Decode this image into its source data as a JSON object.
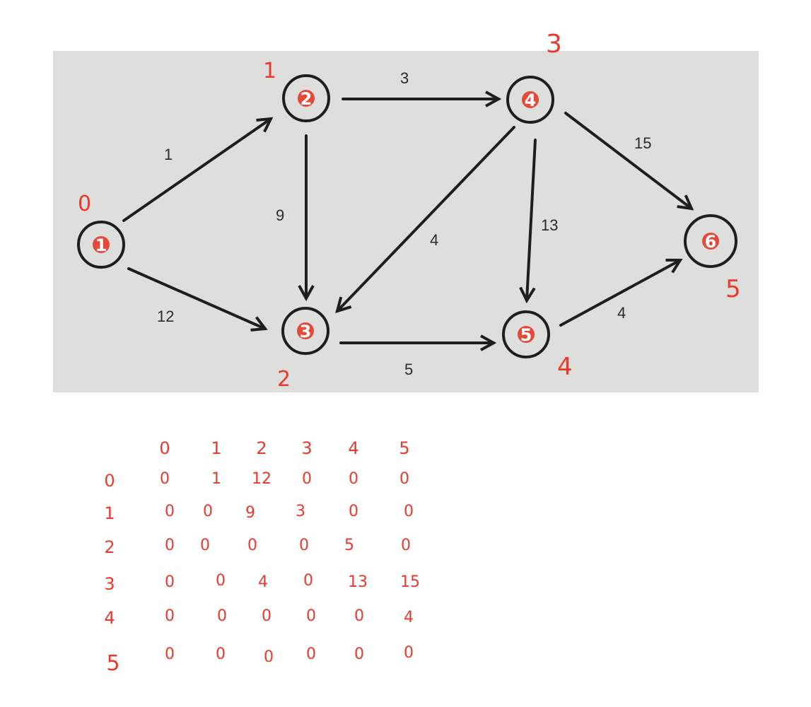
{
  "graph": {
    "nodes": [
      {
        "id": "n0",
        "original_label": "1",
        "annotation": "0"
      },
      {
        "id": "n1",
        "original_label": "2",
        "annotation": "1"
      },
      {
        "id": "n2",
        "original_label": "3",
        "annotation": "2"
      },
      {
        "id": "n3",
        "original_label": "4",
        "annotation": "3"
      },
      {
        "id": "n4",
        "original_label": "5",
        "annotation": "4"
      },
      {
        "id": "n5",
        "original_label": "6",
        "annotation": "5"
      }
    ],
    "edges": [
      {
        "from": "0",
        "to": "1",
        "weight": "1"
      },
      {
        "from": "0",
        "to": "2",
        "weight": "12"
      },
      {
        "from": "1",
        "to": "3",
        "weight": "3"
      },
      {
        "from": "1",
        "to": "2",
        "weight": "9"
      },
      {
        "from": "3",
        "to": "2",
        "weight": "4"
      },
      {
        "from": "3",
        "to": "4",
        "weight": "13"
      },
      {
        "from": "3",
        "to": "5",
        "weight": "15"
      },
      {
        "from": "2",
        "to": "4",
        "weight": "5"
      },
      {
        "from": "4",
        "to": "5",
        "weight": "4"
      }
    ]
  },
  "matrix": {
    "column_headers": [
      "0",
      "1",
      "2",
      "3",
      "4",
      "5"
    ],
    "rows": [
      {
        "header": "0",
        "cells": [
          "0",
          "1",
          "12",
          "0",
          "0",
          "0"
        ]
      },
      {
        "header": "1",
        "cells": [
          "0",
          "0",
          "9",
          "3",
          "0",
          "0"
        ]
      },
      {
        "header": "2",
        "cells": [
          "0",
          "0",
          "0",
          "0",
          "5",
          "0"
        ]
      },
      {
        "header": "3",
        "cells": [
          "0",
          "0",
          "4",
          "0",
          "13",
          "15"
        ]
      },
      {
        "header": "4",
        "cells": [
          "0",
          "0",
          "0",
          "0",
          "0",
          "4"
        ]
      },
      {
        "header": "5",
        "cells": [
          "0",
          "0",
          "0",
          "0",
          "0",
          "0"
        ]
      }
    ]
  },
  "colors": {
    "ink": "#1e1e1e",
    "annotation_red": "#e8392c",
    "photo_background": "#dededc"
  }
}
